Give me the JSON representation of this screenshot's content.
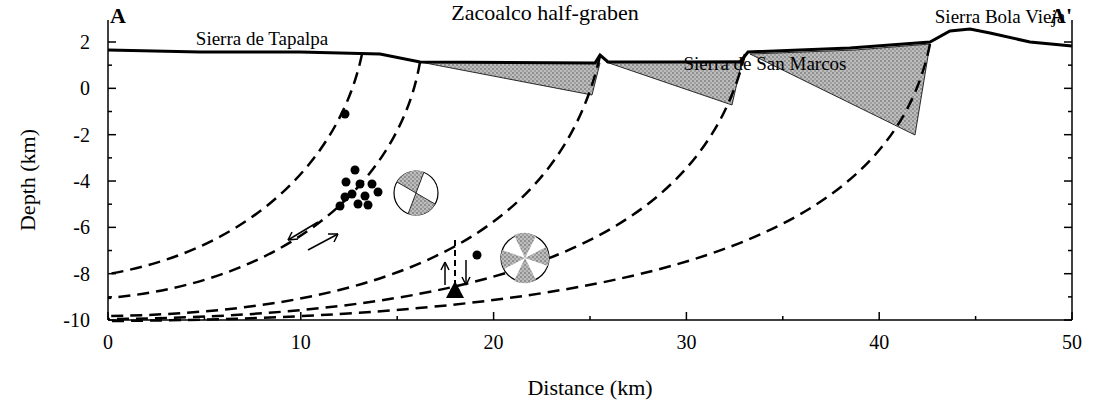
{
  "diagram": {
    "title": "Zacoalco half-graben",
    "labels": [
      "A",
      "A'",
      "Sierra de Tapalpa",
      "Sierra de San Marcos",
      "Sierra Bola Vieja",
      "2",
      "0",
      "-2",
      "-4",
      "-6",
      "-8",
      "-10",
      "Depth (km)",
      "0",
      "10",
      "20",
      "30",
      "40",
      "50",
      "Distance (km)"
    ]
  }
}
